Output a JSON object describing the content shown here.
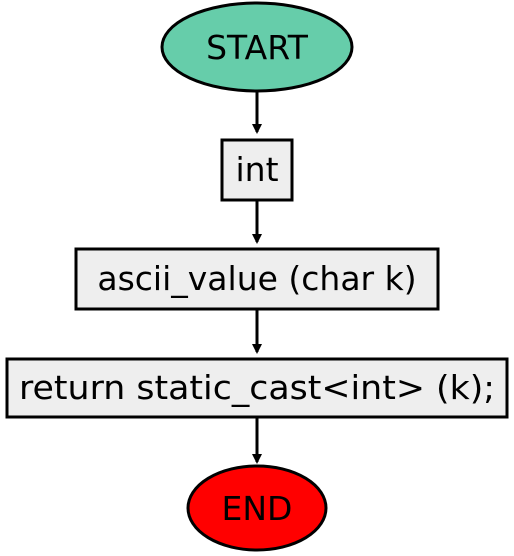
{
  "flowchart": {
    "start": {
      "label": "START",
      "fill": "#66cdaa"
    },
    "step1": {
      "label": "int",
      "fill": "#eeeeee"
    },
    "step2": {
      "label": "ascii_value (char k)",
      "fill": "#eeeeee"
    },
    "step3": {
      "label": "return static_cast<int> (k);",
      "fill": "#eeeeee"
    },
    "end": {
      "label": "END",
      "fill": "#ff0000"
    }
  }
}
